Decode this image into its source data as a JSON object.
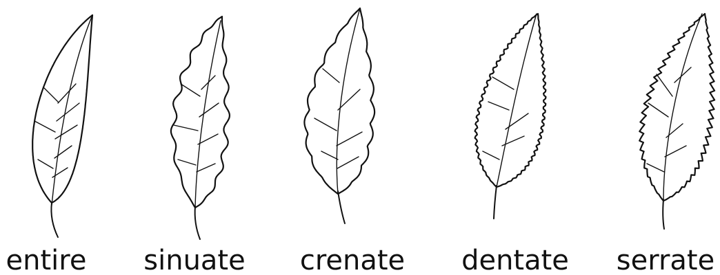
{
  "leaves": [
    {
      "label": "entire"
    },
    {
      "label": "sinuate"
    },
    {
      "label": "crenate"
    },
    {
      "label": "dentate"
    },
    {
      "label": "serrate"
    }
  ],
  "colors": {
    "ink": "#111111",
    "background": "#ffffff"
  }
}
